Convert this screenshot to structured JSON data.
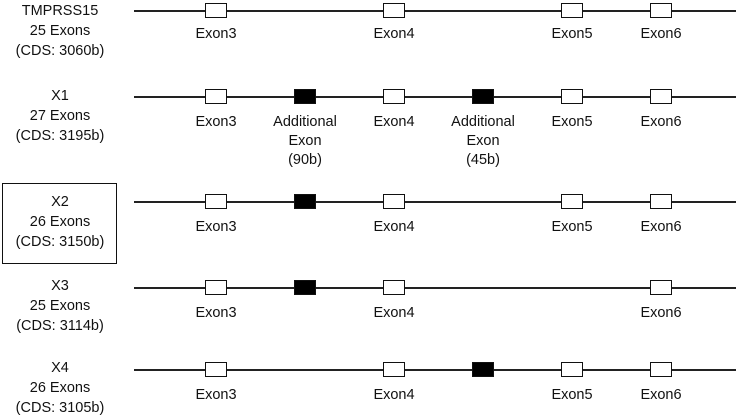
{
  "variants": [
    {
      "name": "TMPRSS15",
      "exons": "25 Exons",
      "cds": "(CDS: 3060b)"
    },
    {
      "name": "X1",
      "exons": "27 Exons",
      "cds": "(CDS: 3195b)"
    },
    {
      "name": "X2",
      "exons": "26 Exons",
      "cds": "(CDS: 3150b)"
    },
    {
      "name": "X3",
      "exons": "25 Exons",
      "cds": "(CDS: 3114b)"
    },
    {
      "name": "X4",
      "exons": "26 Exons",
      "cds": "(CDS: 3105b)"
    }
  ],
  "exon_labels": {
    "exon3": "Exon3",
    "exon4": "Exon4",
    "exon5": "Exon5",
    "exon6": "Exon6",
    "additional_exon_line1": "Additional",
    "additional_exon_line2": "Exon",
    "additional_90": "(90b)",
    "additional_45": "(45b)"
  },
  "tracks": [
    {
      "exons": [
        "exon3",
        "exon4",
        "exon5",
        "exon6"
      ]
    },
    {
      "exons": [
        "exon3",
        "additional_90",
        "exon4",
        "additional_45",
        "exon5",
        "exon6"
      ]
    },
    {
      "exons": [
        "exon3",
        "additional_90",
        "exon4",
        "exon5",
        "exon6"
      ]
    },
    {
      "exons": [
        "exon3",
        "additional_90",
        "exon4",
        "exon6"
      ]
    },
    {
      "exons": [
        "exon3",
        "exon4",
        "additional_45",
        "exon5",
        "exon6"
      ]
    }
  ],
  "highlighted_variant": "X2",
  "colors": {
    "line": "#222222",
    "exon_fill_standard": "#ffffff",
    "exon_fill_additional": "#000000"
  }
}
